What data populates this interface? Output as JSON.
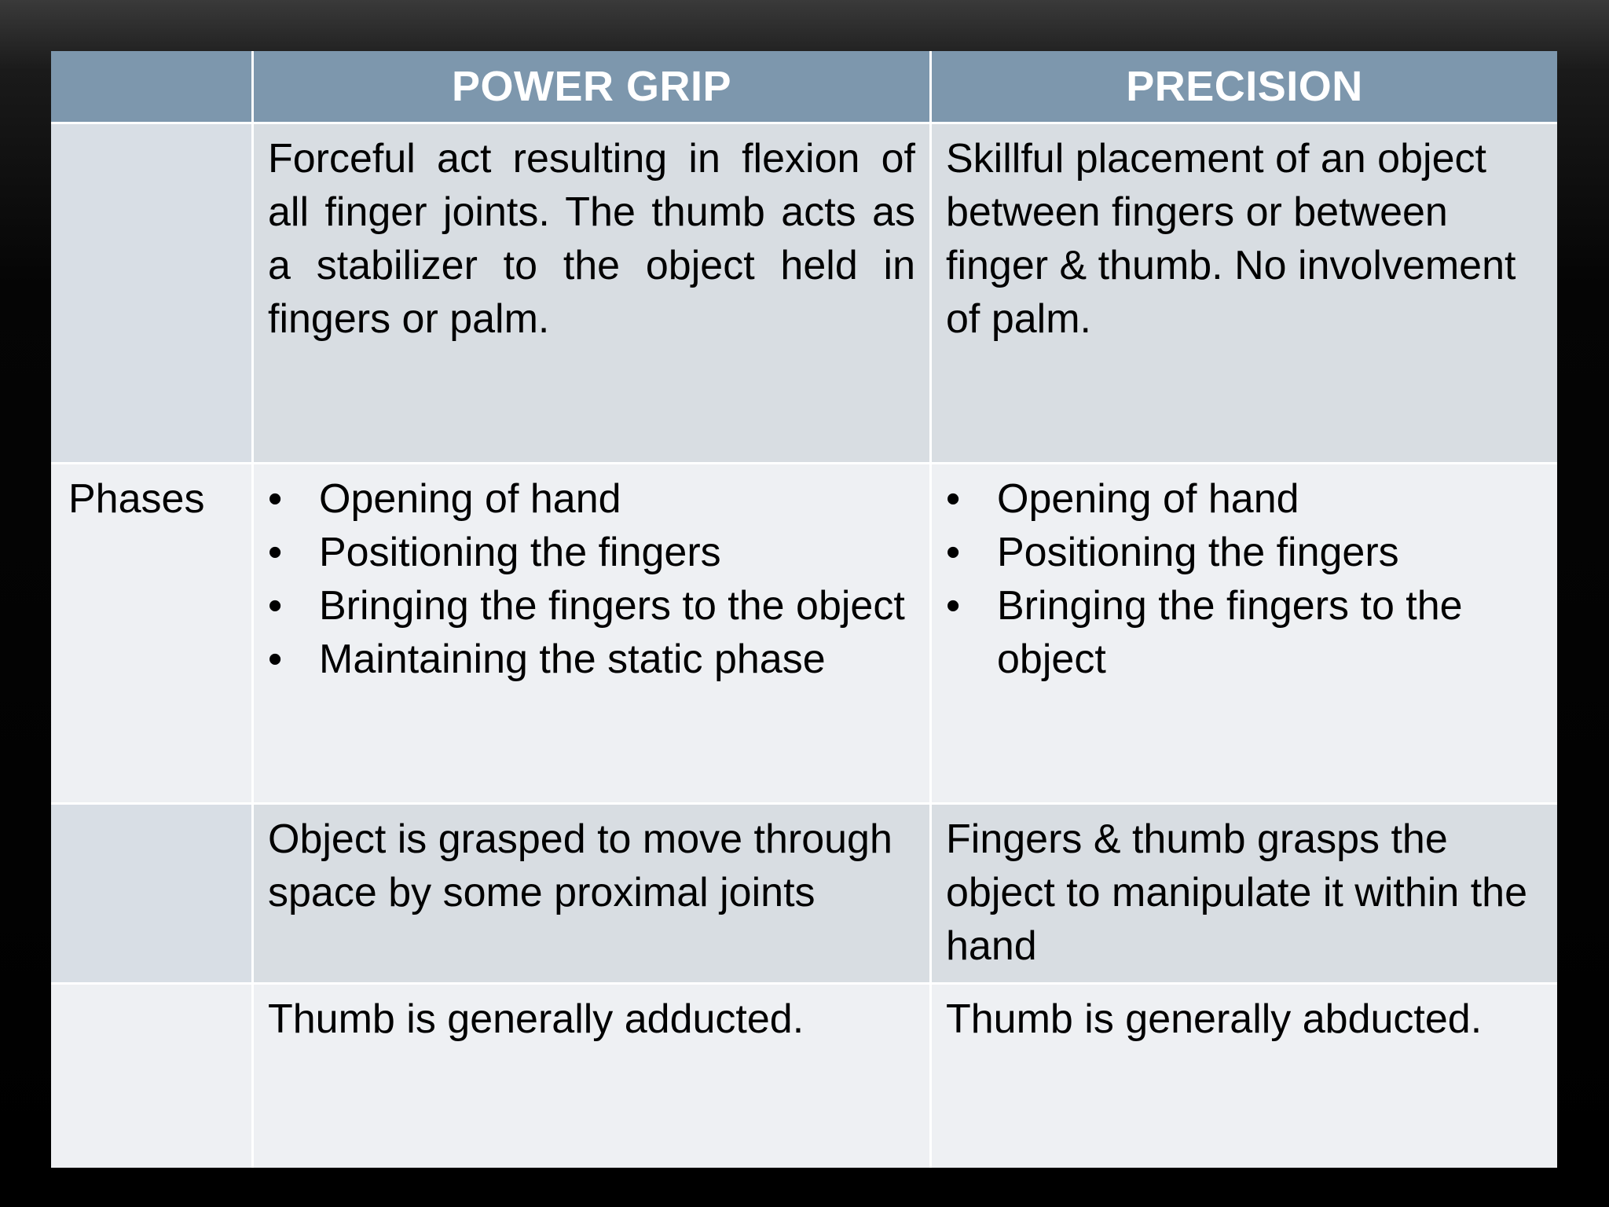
{
  "table": {
    "headers": [
      "",
      "POWER GRIP",
      "PRECISION"
    ],
    "rows": [
      {
        "label": "",
        "power": "Forceful act resulting in flexion of all  finger joints. The thumb acts as a  stabilizer to the object held in fingers or  palm.",
        "precision": "Skillful placement of an object between fingers or between finger &  thumb. No involvement of palm."
      },
      {
        "label": "Phases",
        "power_items": [
          "Opening of hand",
          "Positioning the fingers",
          "Bringing the fingers to the object",
          "Maintaining the static phase"
        ],
        "precision_items": [
          "Opening of hand",
          "Positioning the fingers",
          "Bringing the fingers to the object"
        ]
      },
      {
        "label": "",
        "power": "Object is grasped to move through  space by some proximal joints",
        "precision": "Fingers & thumb grasps the object  to manipulate it within the hand"
      },
      {
        "label": "",
        "power": "Thumb is generally adducted.",
        "precision": "Thumb is generally abducted."
      }
    ],
    "bullet_symbol": "•",
    "colors": {
      "header_bg": "#7d97ad",
      "header_text": "#ffffff",
      "row_dark_bg": "#d8dde2",
      "row_light_bg": "#eef0f3",
      "grid_line": "#ffffff",
      "frame": "#000000"
    }
  }
}
